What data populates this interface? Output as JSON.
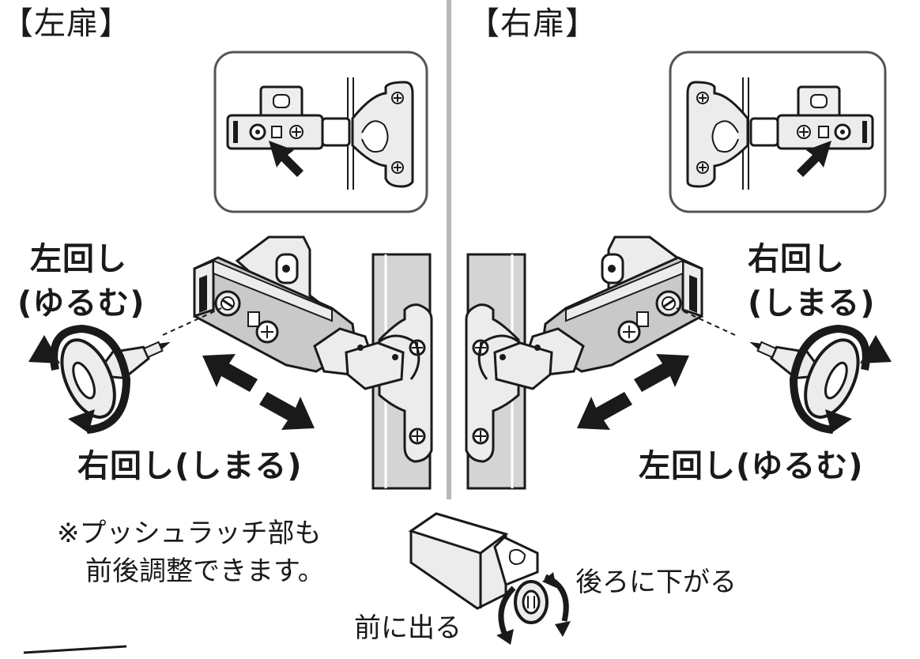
{
  "left_panel": {
    "header": "【左扉】",
    "turn_left_line1": "左回し",
    "turn_left_line2": "(ゆるむ)",
    "turn_right": "右回し(しまる)"
  },
  "right_panel": {
    "header": "【右扉】",
    "turn_right_line1": "右回し",
    "turn_right_line2": "(しまる)",
    "turn_left": "左回し(ゆるむ)"
  },
  "note": {
    "line1": "※プッシュラッチ部も",
    "line2": "前後調整できます。"
  },
  "latch": {
    "backward": "後ろに下がる",
    "forward": "前に出る"
  },
  "colors": {
    "ink": "#1a1a1a",
    "divider": "#b8b8b8",
    "door_panel": "#d4d4d4",
    "hinge_gray": "#c9c9c9",
    "hinge_light": "#ececec"
  }
}
